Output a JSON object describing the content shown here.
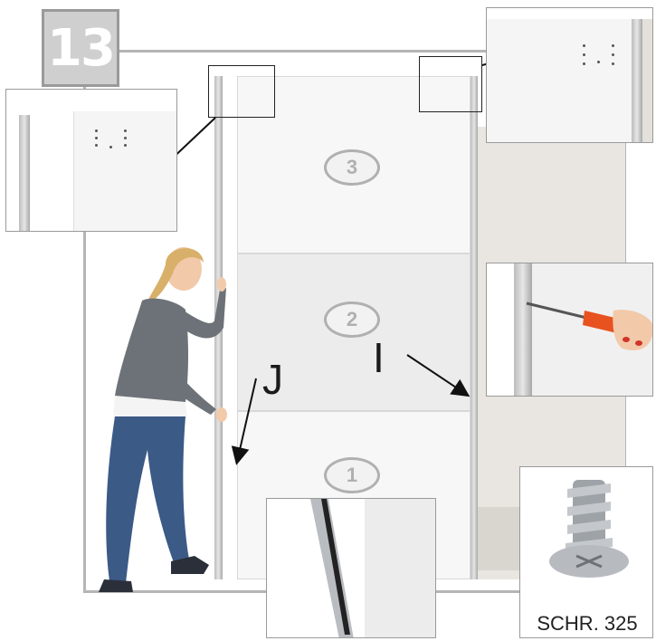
{
  "step": {
    "number": "13"
  },
  "panels": [
    {
      "label": "3"
    },
    {
      "label": "2"
    },
    {
      "label": "1"
    }
  ],
  "callouts": {
    "j": "J",
    "i": "I"
  },
  "screw": {
    "caption": "SCHR. 325"
  },
  "colors": {
    "frame": "#b5b5b5",
    "badge": "#b0b0b0",
    "arrow": "#111111",
    "screwdriver": "#e8521f"
  }
}
